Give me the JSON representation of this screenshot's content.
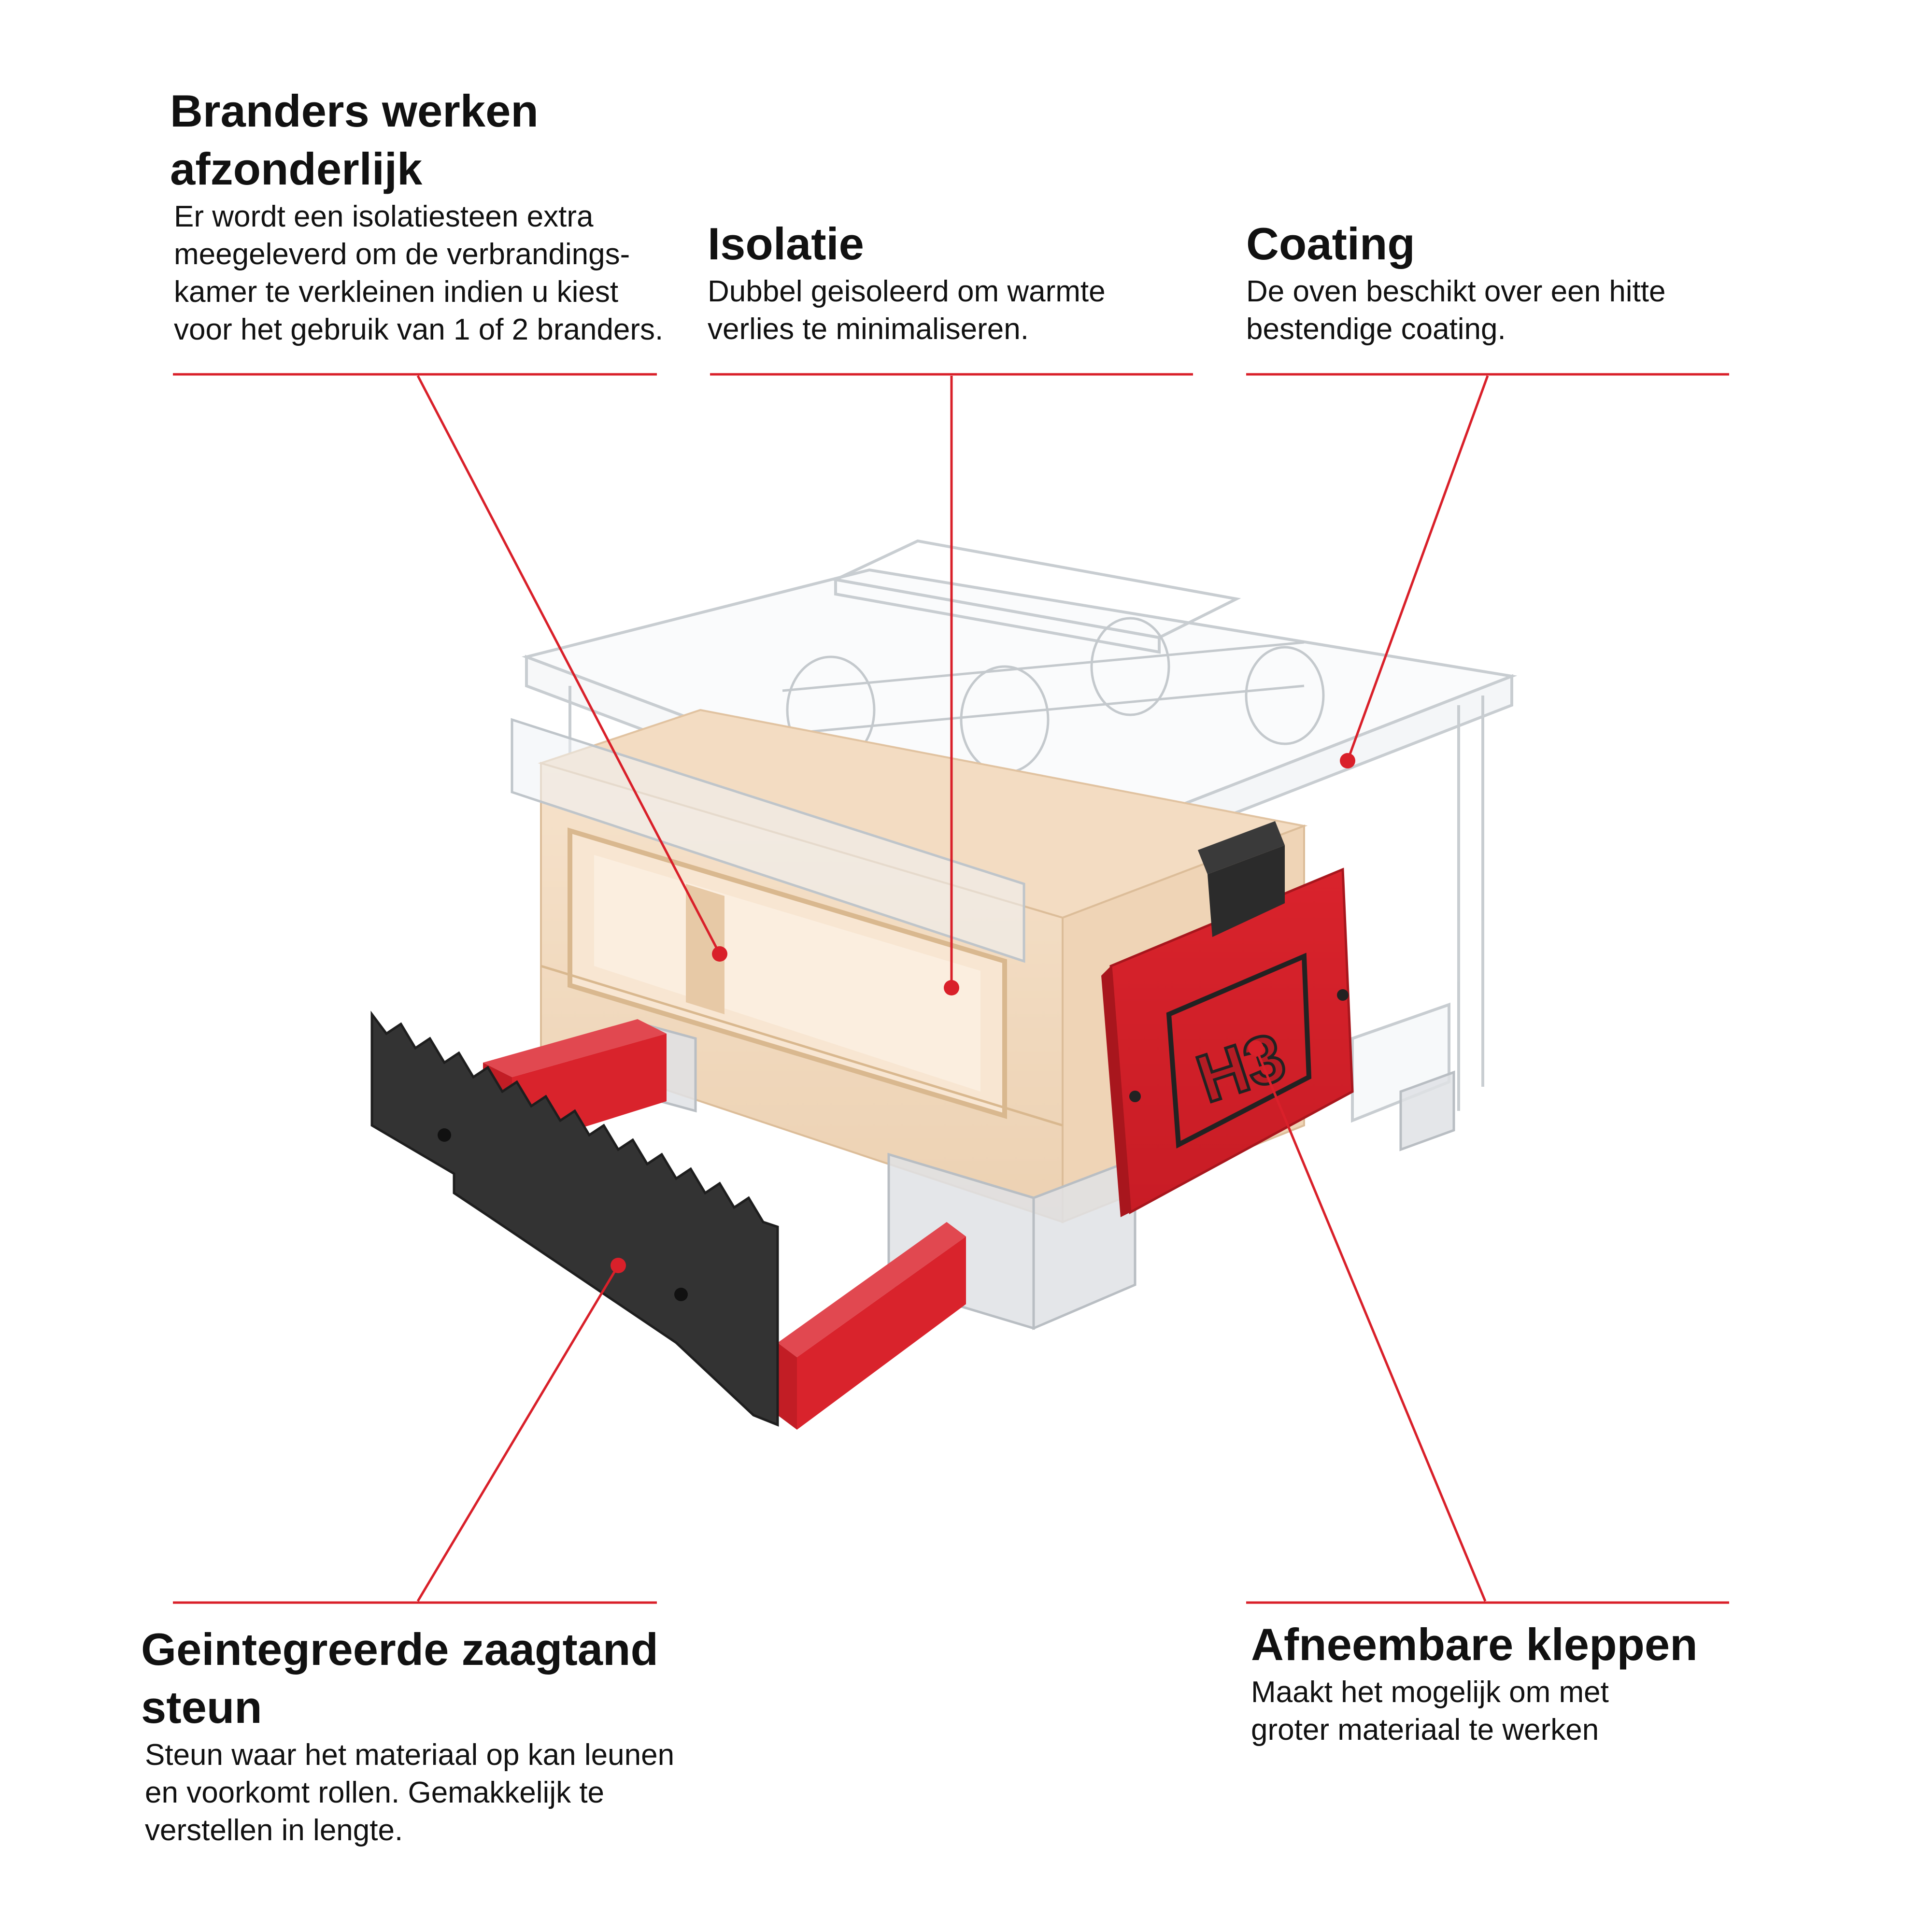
{
  "features": {
    "branders": {
      "title": "Branders werken\nafzonderlijk",
      "description": "Er wordt een isolatiesteen extra\nmeegeleverd om de verbrandings-\nkamer te verkleinen indien u kiest\nvoor het gebruik van 1 of 2 branders."
    },
    "isolatie": {
      "title": "Isolatie",
      "description": "Dubbel geisoleerd om warmte\nverlies te minimaliseren."
    },
    "coating": {
      "title": "Coating",
      "description": "De oven beschikt over een hitte\nbestendige coating."
    },
    "zaagtand": {
      "title": "Geintegreerde zaagtand\nsteun",
      "description": "Steun waar het materiaal op kan leunen\nen voorkomt rollen. Gemakkelijk te\nverstellen in lengte."
    },
    "kleppen": {
      "title": "Afneembare kleppen",
      "description": "Maakt het mogelijk om met\ngroter materiaal te werken"
    }
  },
  "product": {
    "badge_text": "H3"
  },
  "colors": {
    "accent_red": "#d9202a",
    "brick": "#f2d9bf",
    "brick_dark": "#e6c7a5",
    "steel": "#2d2d2d",
    "glass": "#c9ced3"
  }
}
